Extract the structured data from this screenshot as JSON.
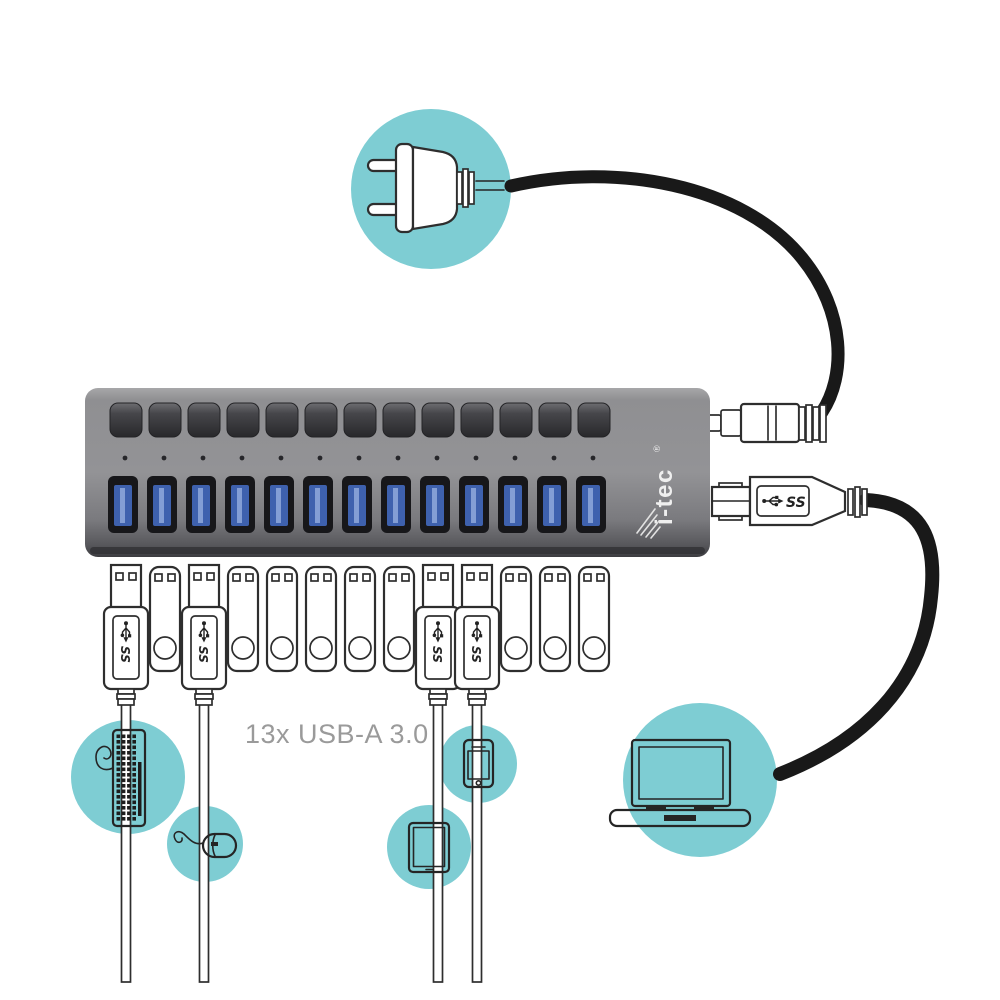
{
  "colors": {
    "teal": "#7ecdd3",
    "outline": "#2e2e2e",
    "cable_black": "#191919",
    "hub_gray": "#8d8d90",
    "hub_shadow": "#3c3c40",
    "button_dark": "#303033",
    "port_blue": "#3e61ae",
    "caption_gray": "#9a9a9a",
    "brand_white": "#efefef"
  },
  "labels": {
    "ports_caption": "13x USB-A 3.0",
    "superspeed": "SS"
  },
  "hub": {
    "brand": "i-tec",
    "brand_reg": "®",
    "buttons_count": 13,
    "leds_count": 13,
    "ports_count": 13,
    "port_type": "USB-A 3.0"
  },
  "icons": {
    "top_circle": "power-plug-icon",
    "bottom_circles": [
      "keyboard-icon",
      "mouse-icon",
      "tablet-icon",
      "smartphone-icon"
    ],
    "right_circle": "laptop-icon",
    "connector_logo": "usb-superspeed-trident-icon",
    "brand_logo": "itec-wing-icon"
  },
  "devices": {
    "below_hub_items": [
      {
        "type": "usb-a-cable",
        "connects_to": "keyboard"
      },
      {
        "type": "flash-drive"
      },
      {
        "type": "usb-a-cable",
        "connects_to": "mouse"
      },
      {
        "type": "flash-drive"
      },
      {
        "type": "flash-drive"
      },
      {
        "type": "flash-drive"
      },
      {
        "type": "flash-drive"
      },
      {
        "type": "flash-drive"
      },
      {
        "type": "usb-a-cable",
        "connects_to": "tablet"
      },
      {
        "type": "usb-a-cable",
        "connects_to": "smartphone"
      },
      {
        "type": "flash-drive"
      },
      {
        "type": "flash-drive"
      },
      {
        "type": "flash-drive"
      }
    ]
  },
  "connectors": {
    "power": {
      "from": "wall-plug",
      "to": "hub-dc-input"
    },
    "host": {
      "from": "hub-usb-b-3-0",
      "to": "laptop"
    }
  }
}
